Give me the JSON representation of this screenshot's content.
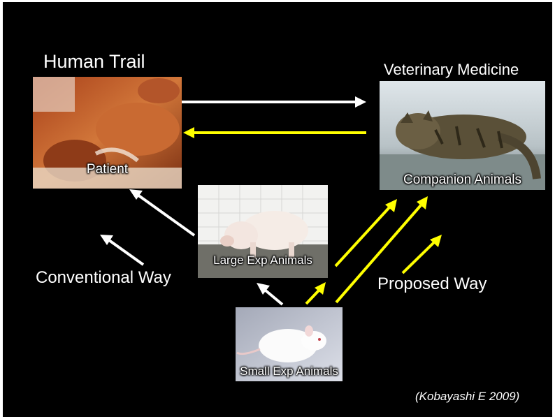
{
  "nodes": {
    "human_trail": {
      "title": "Human Trail",
      "caption": "Patient"
    },
    "veterinary": {
      "title": "Veterinary Medicine",
      "caption": "Companion Animals"
    },
    "large_exp": {
      "caption": "Large Exp Animals"
    },
    "small_exp": {
      "caption": "Small Exp Animals"
    }
  },
  "labels": {
    "conventional": "Conventional Way",
    "proposed": "Proposed Way",
    "citation": "(Kobayashi E  2009)"
  },
  "colors": {
    "background": "#000000",
    "conventional_arrow": "#ffffff",
    "proposed_arrow": "#ffff00"
  },
  "icons": {
    "patient_photo": "patient-photo",
    "cat_photo": "cat-photo",
    "pig_photo": "pig-photo",
    "rat_photo": "rat-photo"
  }
}
